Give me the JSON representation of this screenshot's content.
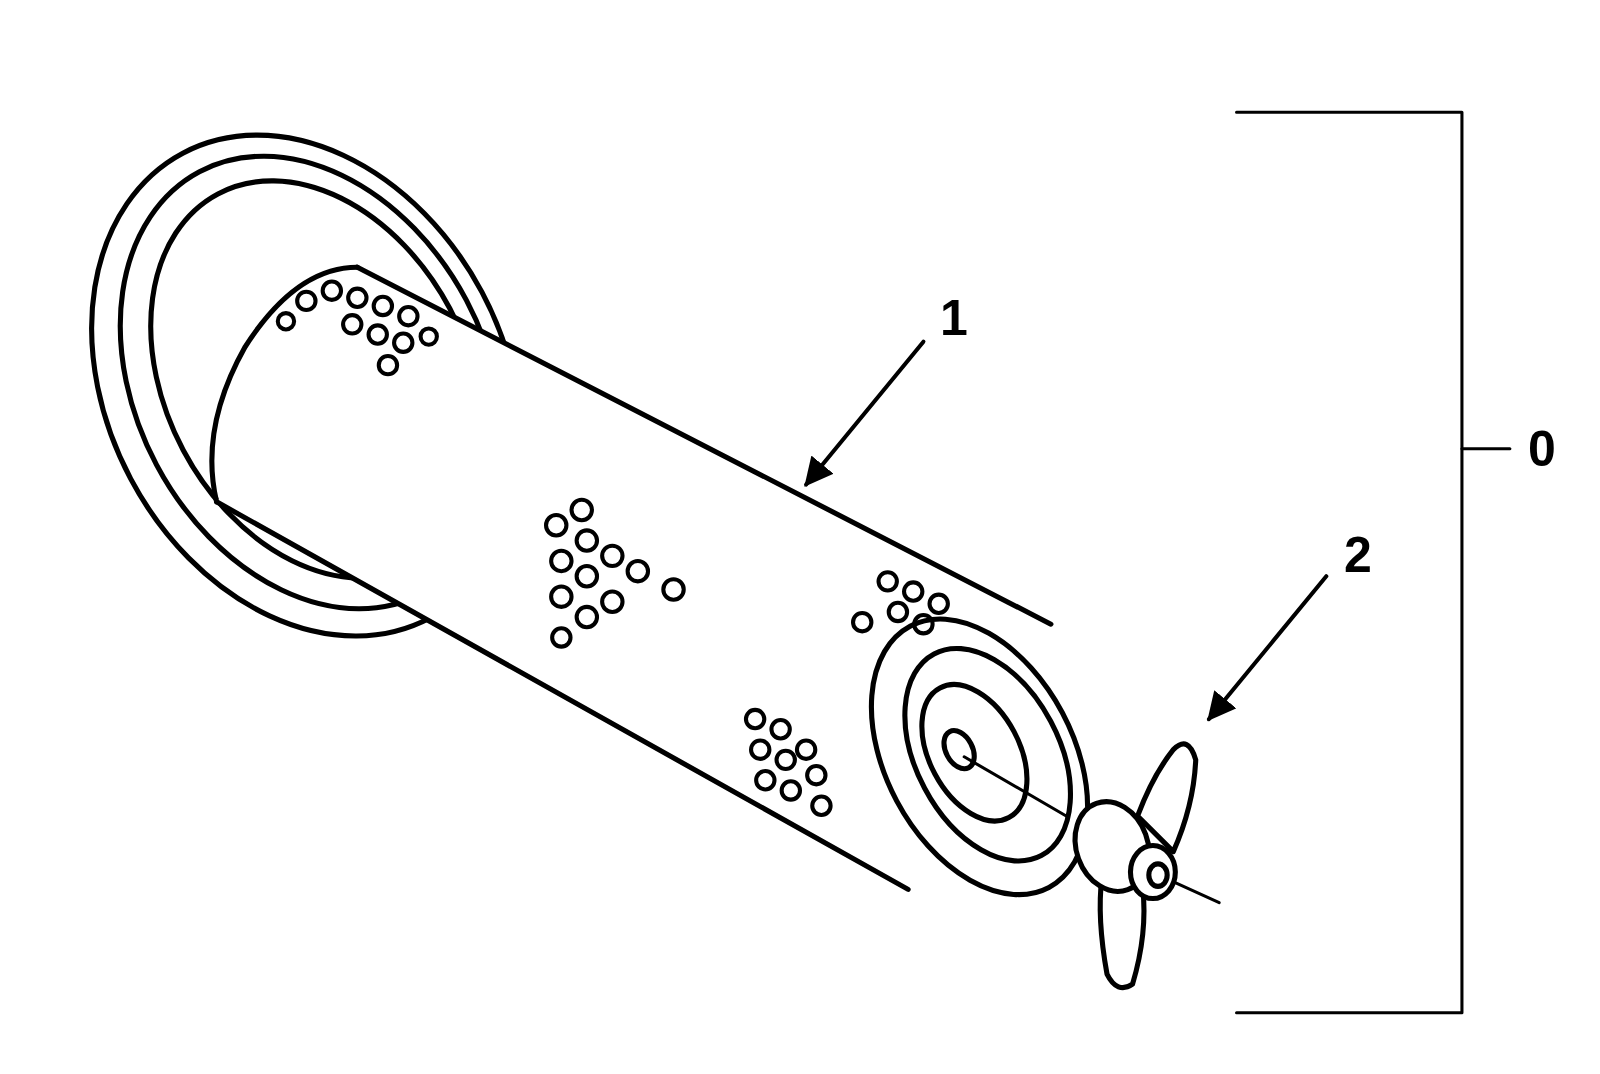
{
  "diagram": {
    "labels": [
      "1",
      "2",
      "0"
    ]
  }
}
